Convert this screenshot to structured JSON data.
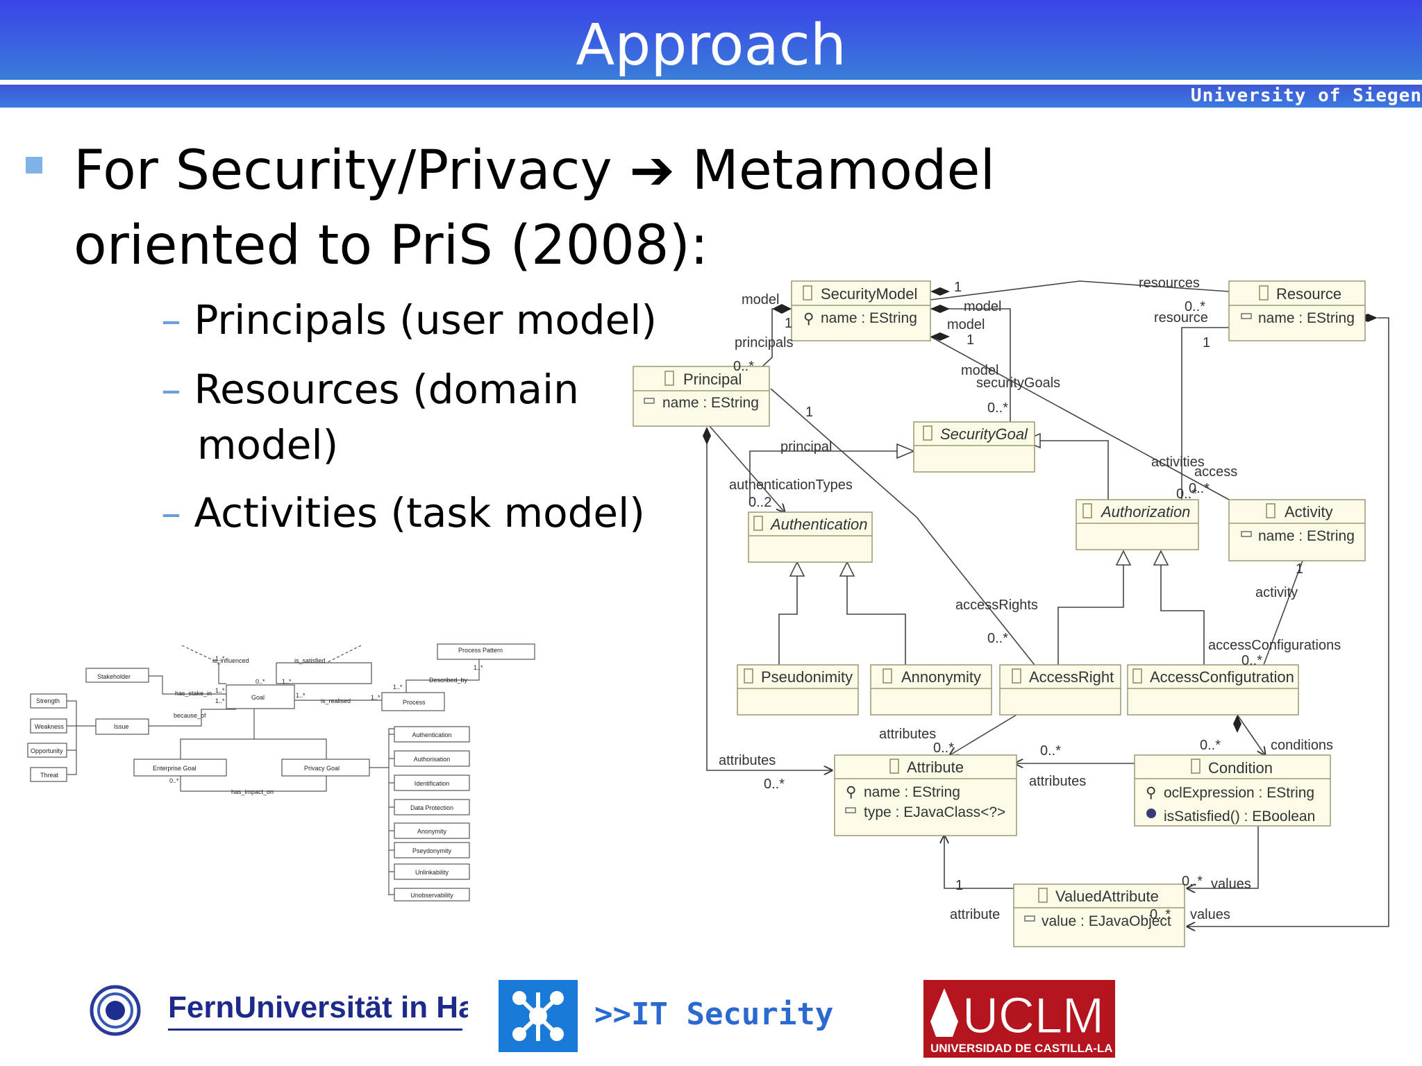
{
  "header": {
    "title": "Approach",
    "university": "University of Siegen"
  },
  "heading": {
    "line1_a": "For Security/Privacy",
    "arrow": "➔",
    "line1_b": "Metamodel",
    "line2": "oriented to PriS (2008):"
  },
  "bullets": [
    {
      "dash": "–",
      "text": "Principals (user model)"
    },
    {
      "dash": "–",
      "text": "Resources (domain"
    },
    {
      "dash": "",
      "text": "model)"
    },
    {
      "dash": "–",
      "text": "Activities (task model)"
    }
  ],
  "pris": {
    "is_influenced": "is_influenced",
    "is_satisfied": "is_satisfied",
    "process_pattern": "Process Pattern",
    "stakeholder": "Stakeholder",
    "has_stake_in": "has_stake_in",
    "goal": "Goal",
    "is_realised": "is_realised",
    "process": "Process",
    "described_by": "Described_by",
    "strength": "Strength",
    "weakness": "Weakness",
    "opportunity": "Opportunity",
    "threat": "Threat",
    "issue": "Issue",
    "because_of": "because_of",
    "enterprise_goal": "Enterprise Goal",
    "privacy_goal": "Privacy Goal",
    "has_impact_on": "has_impact_on",
    "m_1star_a": "1..*",
    "m_0star_a": "0..*",
    "m_1star_b": "1..*",
    "m_1star_c": "1..*",
    "m_1star_d": "1..*",
    "m_1star_e": "1..*",
    "m_1star_f": "1..*",
    "m_1star_g": "1..*",
    "m_1star_h": "1..*",
    "m_0star_b": "0..*",
    "patterns": [
      "Authentication",
      "Authorisation",
      "Identification",
      "Data Protection",
      "Anonymity",
      "Pseydonymity",
      "Unlinkability",
      "Unobservability"
    ]
  },
  "metamodel": {
    "security_model": "SecurityModel",
    "sm_attr": "name : EString",
    "principal": "Principal",
    "principal_attr": "name : EString",
    "resource": "Resource",
    "resource_attr": "name : EString",
    "security_goal": "SecurityGoal",
    "authentication": "Authentication",
    "authorization": "Authorization",
    "activity": "Activity",
    "activity_attr": "name : EString",
    "pseudonimity": "Pseudonimity",
    "annonymity": "Annonymity",
    "access_right": "AccessRight",
    "access_config": "AccessConfigutration",
    "attribute": "Attribute",
    "attribute_attr1": "name : EString",
    "attribute_attr2": "type : EJavaClass<?>",
    "condition": "Condition",
    "condition_attr1": "oclExpression : EString",
    "condition_attr2": "isSatisfied() : EBoolean",
    "valued_attribute": "ValuedAttribute",
    "va_attr": "value : EJavaObject",
    "labels": {
      "model_l": "model",
      "one_a": "1",
      "principals": "principals",
      "zero_star_a": "0..*",
      "one_b": "1",
      "model_r1": "model",
      "model_r2": "model",
      "one_c": "1",
      "resources": "resources",
      "zero_star_b": "0..*",
      "resource": "resource",
      "one_d": "1",
      "model_sg": "model",
      "security_goals": "securityGoals",
      "zero_star_c": "0..*",
      "one_e": "1",
      "principal_lbl": "principal",
      "authentication_types": "authenticationTypes",
      "zero_two": "0..2",
      "activities": "activities",
      "access": "access",
      "zero_star_d": "0..*",
      "zero_star_e": "0..*",
      "one_f": "1",
      "activity_lbl": "activity",
      "access_rights": "accessRights",
      "zero_star_f": "0..*",
      "access_configurations": "accessConfigurations",
      "zero_star_g": "0..*",
      "attributes_a": "attributes",
      "zero_star_h": "0..*",
      "attributes_b": "attributes",
      "zero_star_i": "0..*",
      "zero_star_j": "0..*",
      "attributes_c": "attributes",
      "zero_star_k": "0..*",
      "conditions": "conditions",
      "one_g": "1",
      "attribute_lbl": "attribute",
      "zero_star_l": "0..*",
      "values_a": "values",
      "zero_star_m": "0..*",
      "values_b": "values"
    }
  },
  "footer": {
    "fernuni": "FernUniversität in Hagen",
    "it_security": ">>IT Security",
    "uclm": "UCLM",
    "uclm_sub": "UNIVERSIDAD DE CASTILLA-LA MANCHA"
  }
}
